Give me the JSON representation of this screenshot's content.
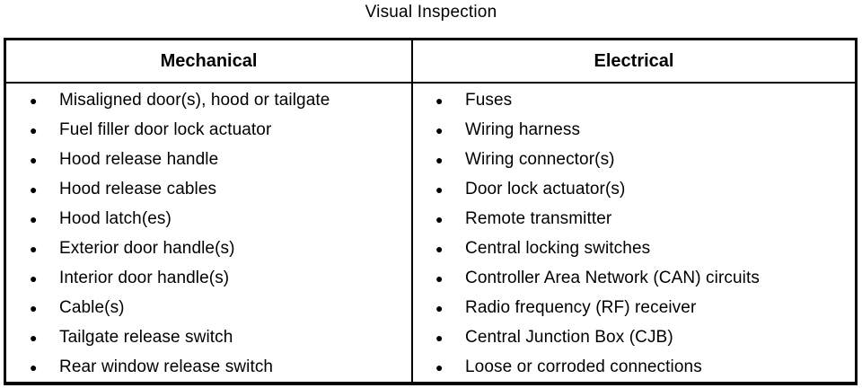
{
  "title": "Visual Inspection",
  "icons": {
    "bullet": "●"
  },
  "colors": {
    "text": "#000000",
    "background": "#ffffff",
    "border": "#000000"
  },
  "table": {
    "columns": [
      {
        "header": "Mechanical",
        "items": [
          "Misaligned door(s), hood or tailgate",
          "Fuel filler door lock actuator",
          "Hood release handle",
          "Hood release cables",
          "Hood latch(es)",
          "Exterior door handle(s)",
          "Interior door handle(s)",
          "Cable(s)",
          "Tailgate release switch",
          "Rear window release switch"
        ]
      },
      {
        "header": "Electrical",
        "items": [
          "Fuses",
          "Wiring harness",
          "Wiring connector(s)",
          "Door lock actuator(s)",
          "Remote transmitter",
          "Central locking switches",
          "Controller Area Network (CAN) circuits",
          "Radio frequency (RF) receiver",
          "Central Junction Box (CJB)",
          "Loose or corroded connections"
        ]
      }
    ]
  }
}
